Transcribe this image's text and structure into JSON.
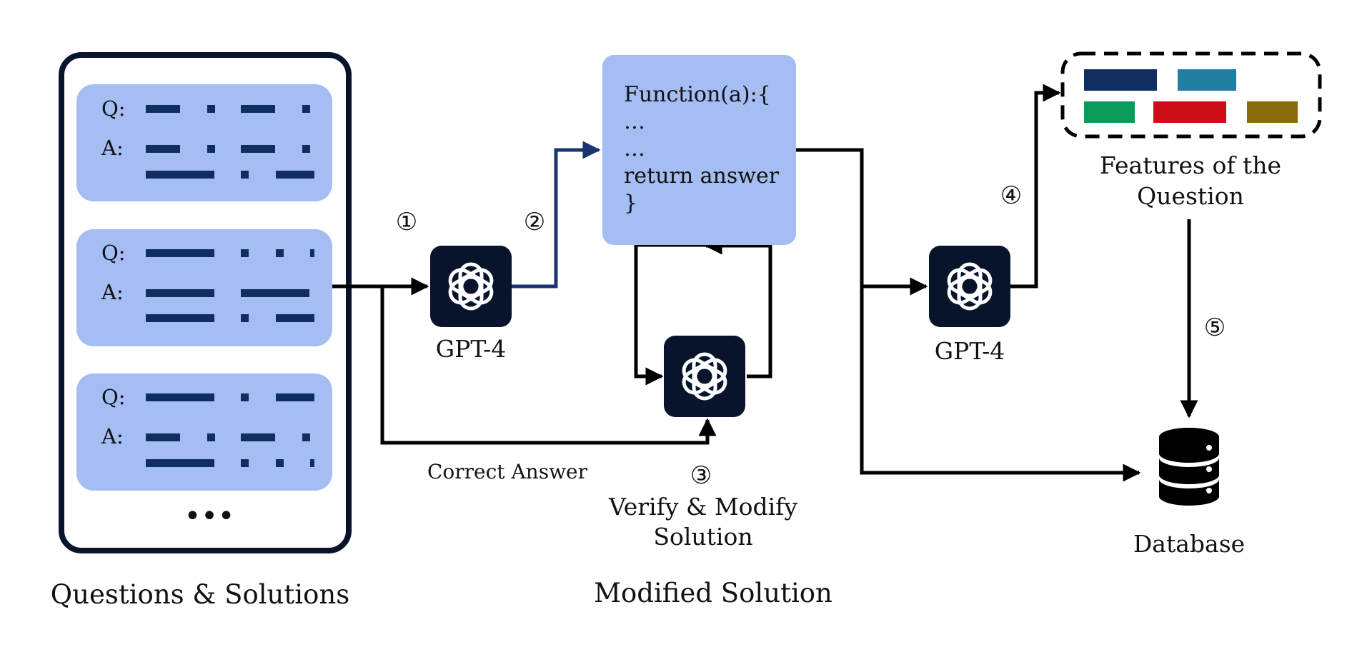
{
  "colors": {
    "panel": "#a4bdf2",
    "dark_bar": "#0f2d5e",
    "chip": "#07142c",
    "arrow": "#000000",
    "arrow_blue": "#1a3470",
    "features": [
      "#0f2d5e",
      "#1f7ea1",
      "#0a9a5a",
      "#cc0c17",
      "#8a6a0a"
    ]
  },
  "icons": {
    "model": "openai-logo-icon",
    "database": "database-icon",
    "more": "ellipsis-icon"
  },
  "left_panel": {
    "q_label": "Q:",
    "a_label": "A:",
    "more": "•••",
    "caption": "Questions & Solutions"
  },
  "steps": {
    "s1": "①",
    "s2": "②",
    "s3": "③",
    "s4": "④",
    "s5": "⑤"
  },
  "gpt_left": {
    "label": "GPT-4"
  },
  "gpt_right": {
    "label": "GPT-4"
  },
  "code_box": {
    "line1": "Function(a):{",
    "line2": "…",
    "line3": "…",
    "line4": "return answer",
    "line5": "}"
  },
  "correct_answer": "Correct Answer",
  "verify": {
    "line1": "Verify & Modify",
    "line2": "Solution"
  },
  "modified_solution": "Modified Solution",
  "features": {
    "line1": "Features of the",
    "line2": "Question"
  },
  "database": "Database"
}
